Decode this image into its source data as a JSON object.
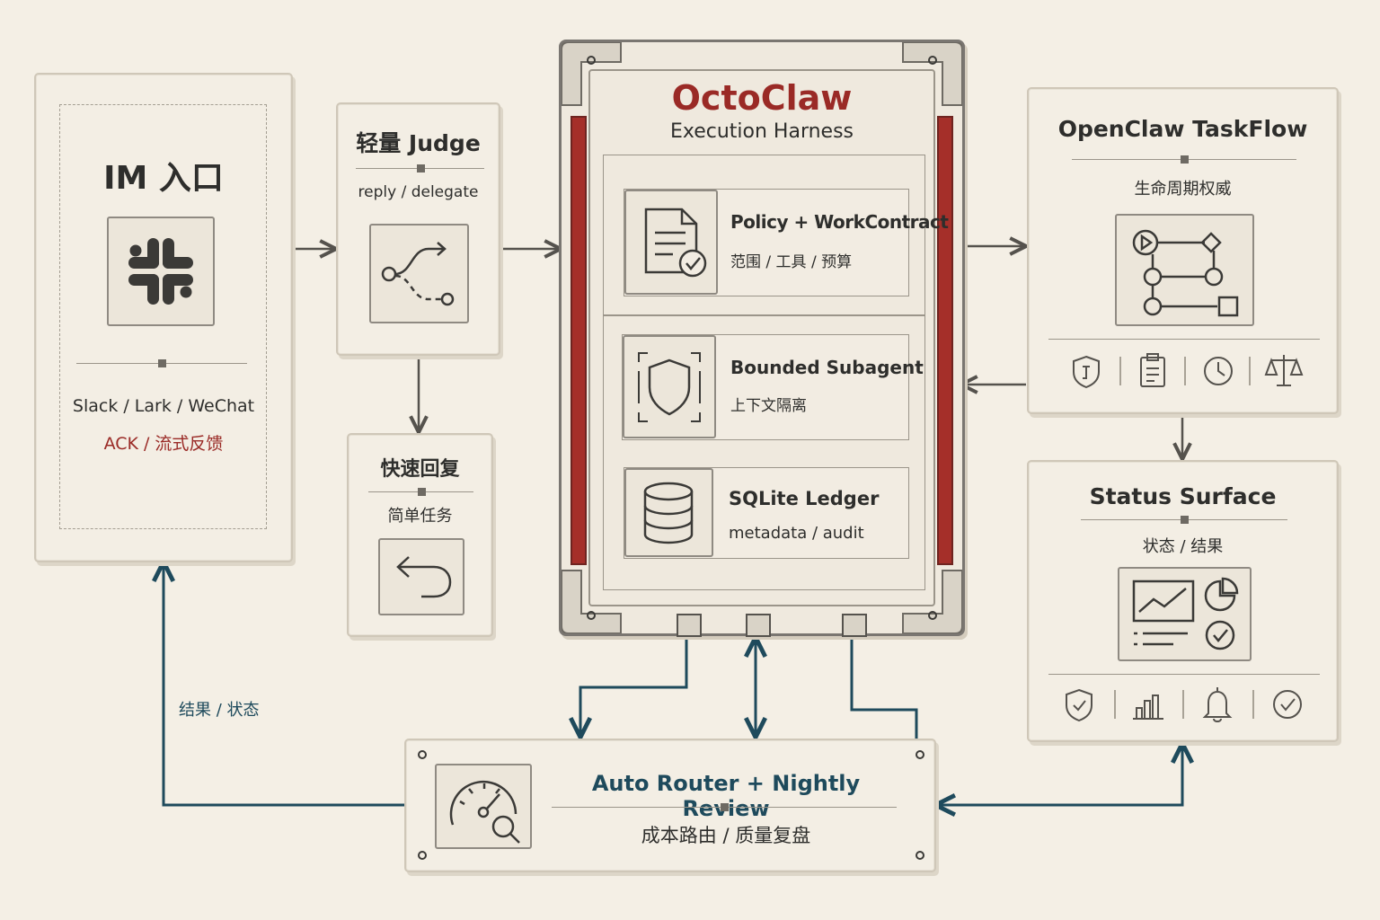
{
  "im": {
    "title": "IM 入口",
    "channels": "Slack / Lark / WeChat",
    "ack": "ACK / 流式反馈",
    "icon": "slack-logo"
  },
  "judge": {
    "title": "轻量 Judge",
    "subtitle": "reply / delegate",
    "icon": "branch-icon"
  },
  "quick": {
    "title": "快速回复",
    "subtitle": "简单任务",
    "icon": "return-arrow-icon"
  },
  "harness": {
    "title": "OctoClaw",
    "subtitle": "Execution Harness",
    "modules": [
      {
        "title": "Policy + WorkContract",
        "subtitle": "范围 / 工具 / 预算",
        "icon": "document-check-icon"
      },
      {
        "title": "Bounded Subagent",
        "subtitle": "上下文隔离",
        "icon": "shield-icon"
      },
      {
        "title": "SQLite Ledger",
        "subtitle": "metadata / audit",
        "icon": "database-icon"
      }
    ]
  },
  "taskflow": {
    "title": "OpenClaw TaskFlow",
    "subtitle": "生命周期权威",
    "icon": "flow-graph-icon",
    "footer_icons": [
      "shield-icon",
      "clipboard-icon",
      "clock-icon",
      "scales-icon"
    ]
  },
  "status": {
    "title": "Status Surface",
    "subtitle": "状态 / 结果",
    "icon": "dashboard-icon",
    "footer_icons": [
      "shield-check-icon",
      "bar-chart-icon",
      "bell-icon",
      "check-circle-icon"
    ]
  },
  "router": {
    "title": "Auto Router + Nightly Review",
    "subtitle": "成本路由 / 质量复盘",
    "icon": "gauge-search-icon"
  },
  "edges": {
    "return_label": "结果 / 状态"
  },
  "colors": {
    "accent_red": "#9a2a26",
    "teal": "#1e4a5c",
    "ink": "#2e2e2c",
    "paper": "#f4efe5"
  }
}
